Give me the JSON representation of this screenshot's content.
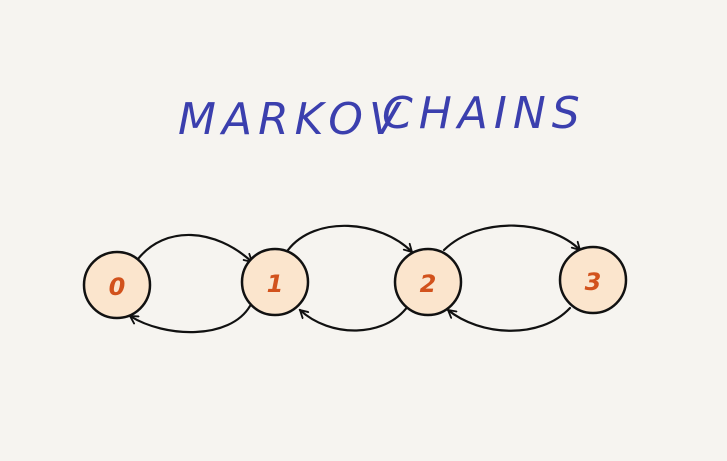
{
  "title": {
    "word1": "MARKOV",
    "word2": "CHAINS"
  },
  "colors": {
    "title": "#3b3fae",
    "node_fill": "#fbe5cd",
    "node_label": "#d2521c",
    "background": "#f6f4f0"
  },
  "states": [
    {
      "label": "0"
    },
    {
      "label": "1"
    },
    {
      "label": "2"
    },
    {
      "label": "3"
    }
  ],
  "transitions": [
    {
      "from": "0",
      "to": "1"
    },
    {
      "from": "1",
      "to": "0"
    },
    {
      "from": "1",
      "to": "2"
    },
    {
      "from": "2",
      "to": "1"
    },
    {
      "from": "2",
      "to": "3"
    },
    {
      "from": "3",
      "to": "2"
    }
  ]
}
